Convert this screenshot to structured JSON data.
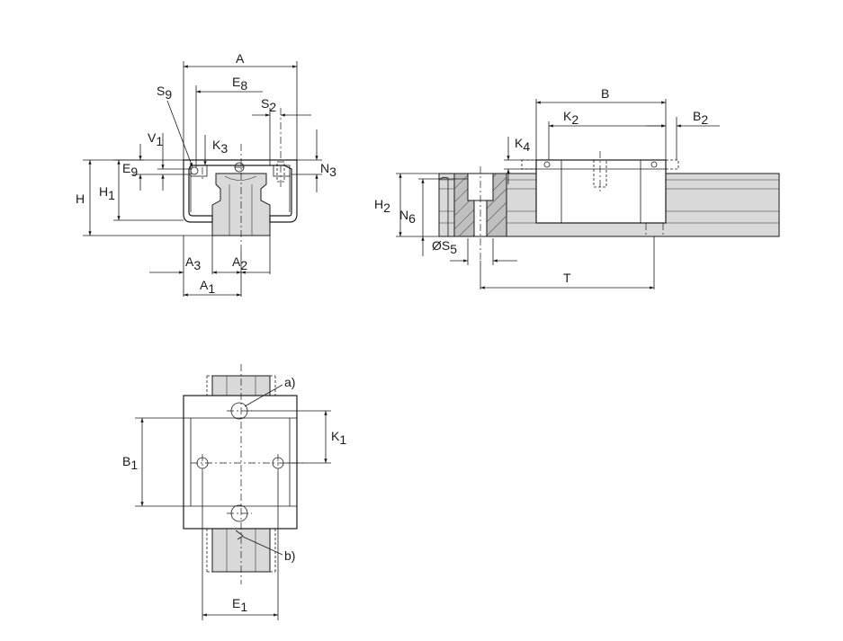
{
  "dims": {
    "A": {
      "m": "A",
      "s": ""
    },
    "E8": {
      "m": "E",
      "s": "8"
    },
    "S9": {
      "m": "S",
      "s": "9"
    },
    "S2": {
      "m": "S",
      "s": "2"
    },
    "V1": {
      "m": "V",
      "s": "1"
    },
    "K3": {
      "m": "K",
      "s": "3"
    },
    "E9": {
      "m": "E",
      "s": "9"
    },
    "N3": {
      "m": "N",
      "s": "3"
    },
    "H": {
      "m": "H",
      "s": ""
    },
    "H1": {
      "m": "H",
      "s": "1"
    },
    "A3": {
      "m": "A",
      "s": "3"
    },
    "A2": {
      "m": "A",
      "s": "2"
    },
    "A1": {
      "m": "A",
      "s": "1"
    },
    "B": {
      "m": "B",
      "s": ""
    },
    "K2": {
      "m": "K",
      "s": "2"
    },
    "B2": {
      "m": "B",
      "s": "2"
    },
    "K4": {
      "m": "K",
      "s": "4"
    },
    "H2": {
      "m": "H",
      "s": "2"
    },
    "N6": {
      "m": "N",
      "s": "6"
    },
    "S5": {
      "m": "ØS",
      "s": "5"
    },
    "T": {
      "m": "T",
      "s": ""
    },
    "B1": {
      "m": "B",
      "s": "1"
    },
    "K1": {
      "m": "K",
      "s": "1"
    },
    "E1": {
      "m": "E",
      "s": "1"
    }
  },
  "callouts": {
    "a": "a)",
    "b": "b)"
  }
}
